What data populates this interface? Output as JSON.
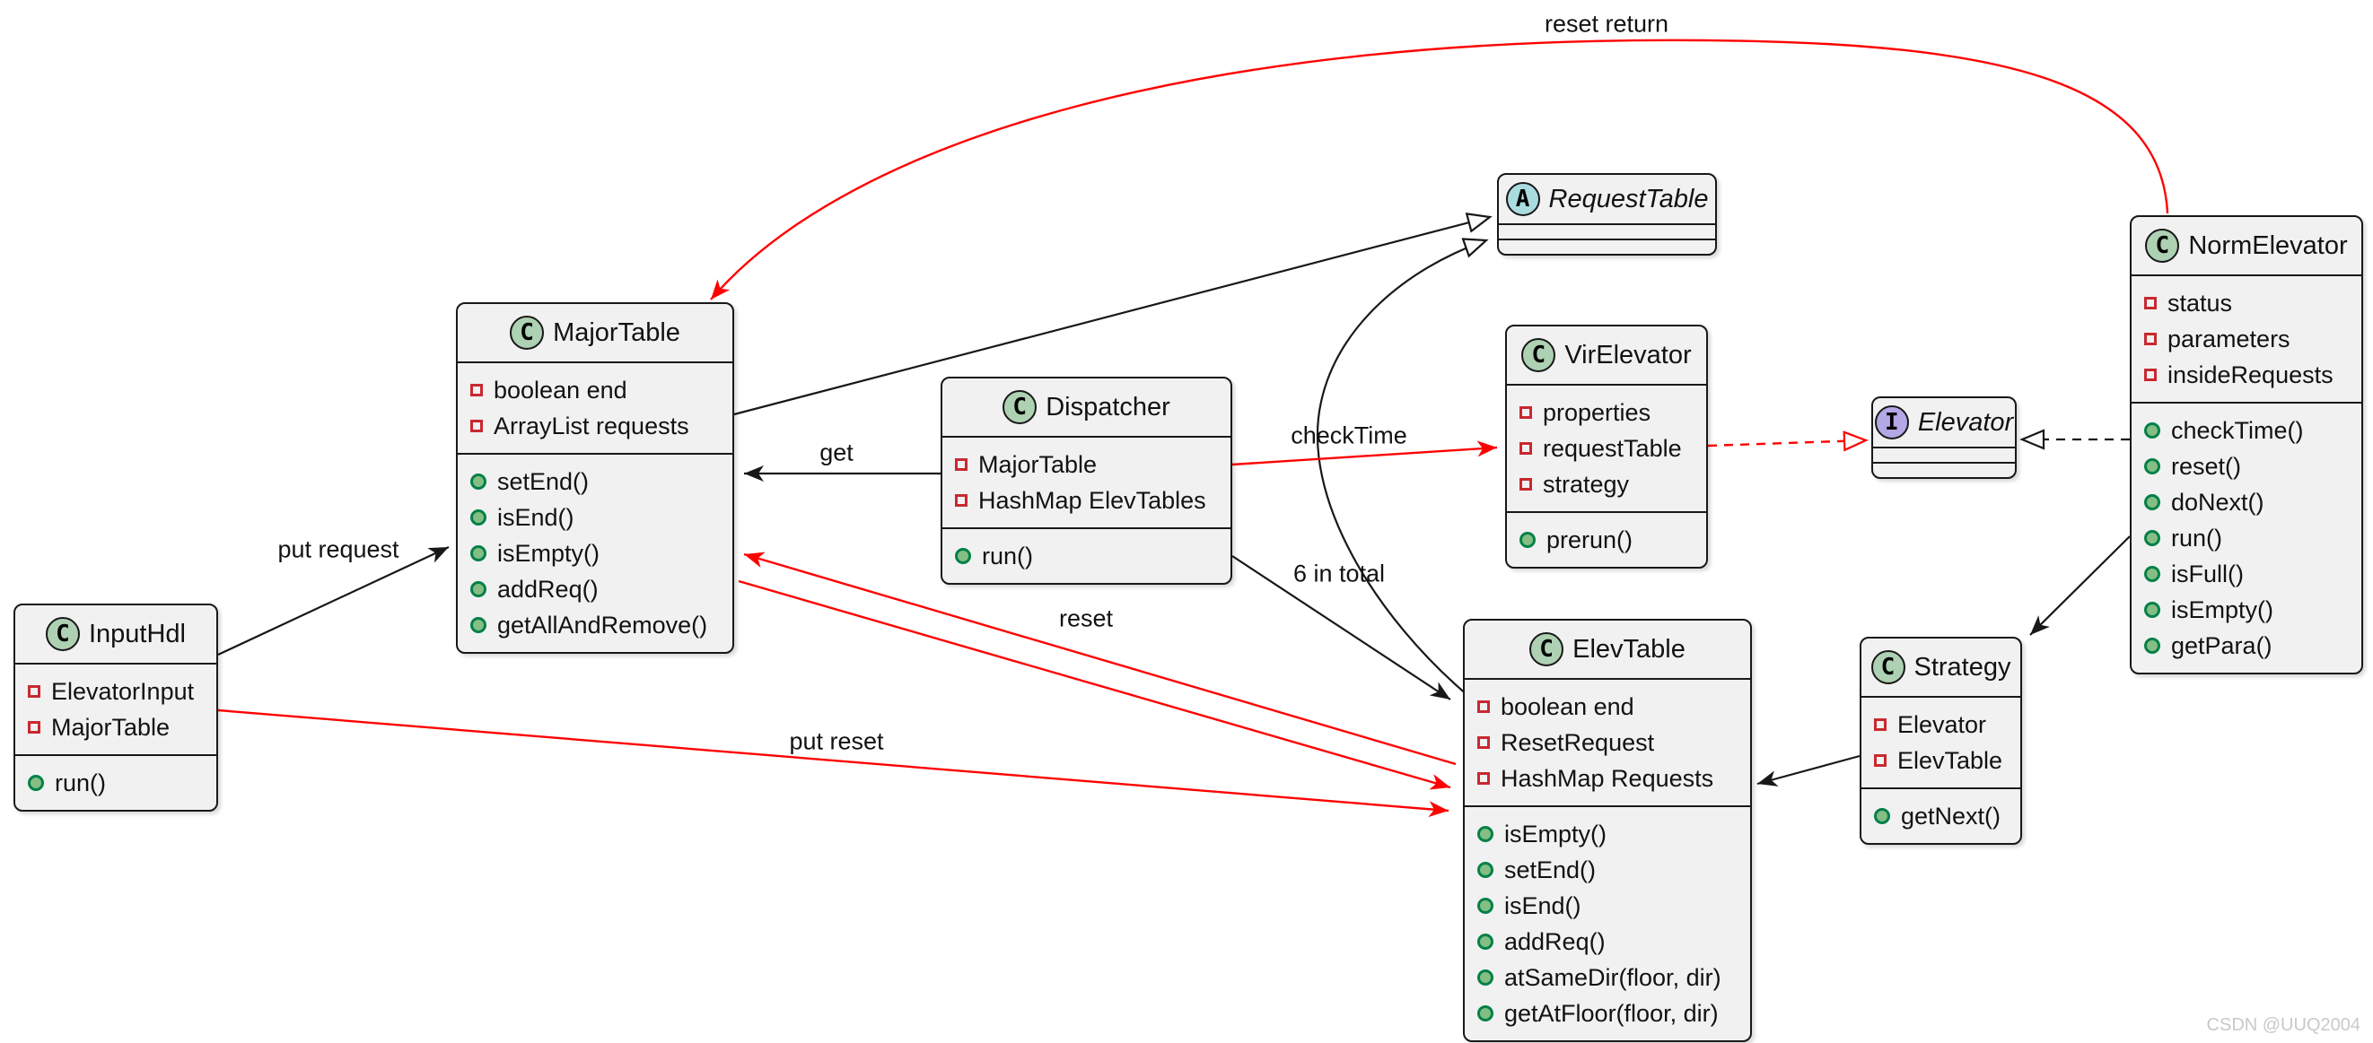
{
  "diagram": {
    "watermark": "CSDN @UUQ2004",
    "colors": {
      "class_fill": "#F1F1F1",
      "border": "#181818",
      "arrow_red": "#FF0000",
      "arrow_black": "#181818",
      "class_circle": "#ADD1B2",
      "abstract_circle": "#A9DCDF",
      "interface_circle": "#B4A7E5",
      "field_icon": "#C82930",
      "method_icon_border": "#038048",
      "method_icon_fill": "#84BE84"
    }
  },
  "classes": {
    "InputHdl": {
      "name": "InputHdl",
      "stereotype": "C",
      "italic": false,
      "fields": [
        "ElevatorInput",
        "MajorTable"
      ],
      "methods": [
        "run()"
      ]
    },
    "MajorTable": {
      "name": "MajorTable",
      "stereotype": "C",
      "italic": false,
      "fields": [
        "boolean end",
        "ArrayList requests"
      ],
      "methods": [
        "setEnd()",
        "isEnd()",
        "isEmpty()",
        "addReq()",
        "getAllAndRemove()"
      ]
    },
    "Dispatcher": {
      "name": "Dispatcher",
      "stereotype": "C",
      "italic": false,
      "fields": [
        "MajorTable",
        "HashMap ElevTables"
      ],
      "methods": [
        "run()"
      ]
    },
    "RequestTable": {
      "name": "RequestTable",
      "stereotype": "A",
      "italic": true,
      "fields": [],
      "methods": []
    },
    "VirElevator": {
      "name": "VirElevator",
      "stereotype": "C",
      "italic": false,
      "fields": [
        "properties",
        "requestTable",
        "strategy"
      ],
      "methods": [
        "prerun()"
      ]
    },
    "Elevator": {
      "name": "Elevator",
      "stereotype": "I",
      "italic": true,
      "fields": [],
      "methods": []
    },
    "NormElevator": {
      "name": "NormElevator",
      "stereotype": "C",
      "italic": false,
      "fields": [
        "status",
        "parameters",
        "insideRequests"
      ],
      "methods": [
        "checkTime()",
        "reset()",
        "doNext()",
        "run()",
        "isFull()",
        "isEmpty()",
        "getPara()"
      ]
    },
    "ElevTable": {
      "name": "ElevTable",
      "stereotype": "C",
      "italic": false,
      "fields": [
        "boolean end",
        "ResetRequest",
        "HashMap Requests"
      ],
      "methods": [
        "isEmpty()",
        "setEnd()",
        "isEnd()",
        "addReq()",
        "atSameDir(floor, dir)",
        "getAtFloor(floor, dir)"
      ]
    },
    "Strategy": {
      "name": "Strategy",
      "stereotype": "C",
      "italic": false,
      "fields": [
        "Elevator",
        "ElevTable"
      ],
      "methods": [
        "getNext()"
      ]
    }
  },
  "edge_labels": {
    "reset_return": "reset return",
    "put_request": "put request",
    "get": "get",
    "check_time": "checkTime",
    "six_in_total": "6 in total",
    "reset": "reset",
    "put_reset": "put reset"
  },
  "edges": [
    {
      "from": "InputHdl",
      "to": "MajorTable",
      "style": "solid",
      "color": "black",
      "head": "arrow",
      "label": "put request"
    },
    {
      "from": "Dispatcher",
      "to": "MajorTable",
      "style": "solid",
      "color": "black",
      "head": "arrow",
      "label": "get"
    },
    {
      "from": "MajorTable",
      "to": "RequestTable",
      "style": "solid",
      "color": "black",
      "head": "triangle",
      "label": ""
    },
    {
      "from": "ElevTable",
      "to": "RequestTable",
      "style": "solid",
      "color": "black",
      "head": "triangle",
      "label": ""
    },
    {
      "from": "Dispatcher",
      "to": "ElevTable",
      "style": "solid",
      "color": "black",
      "head": "arrow",
      "label": "6 in total"
    },
    {
      "from": "Dispatcher",
      "to": "VirElevator",
      "style": "solid",
      "color": "red",
      "head": "arrow",
      "label": "checkTime"
    },
    {
      "from": "VirElevator",
      "to": "Elevator",
      "style": "dashed",
      "color": "red",
      "head": "triangle",
      "label": ""
    },
    {
      "from": "NormElevator",
      "to": "Elevator",
      "style": "dashed",
      "color": "black",
      "head": "triangle",
      "label": ""
    },
    {
      "from": "NormElevator",
      "to": "Strategy",
      "style": "solid",
      "color": "black",
      "head": "arrow",
      "label": ""
    },
    {
      "from": "Strategy",
      "to": "ElevTable",
      "style": "solid",
      "color": "black",
      "head": "arrow",
      "label": ""
    },
    {
      "from": "NormElevator",
      "to": "MajorTable",
      "style": "solid",
      "color": "red",
      "head": "arrow",
      "label": "reset return"
    },
    {
      "from": "MajorTable",
      "to": "ElevTable",
      "style": "solid",
      "color": "red",
      "head": "arrow",
      "label": "reset"
    },
    {
      "from": "ElevTable",
      "to": "MajorTable",
      "style": "solid",
      "color": "red",
      "head": "arrow",
      "label": ""
    },
    {
      "from": "InputHdl",
      "to": "ElevTable",
      "style": "solid",
      "color": "red",
      "head": "arrow",
      "label": "put reset"
    }
  ]
}
